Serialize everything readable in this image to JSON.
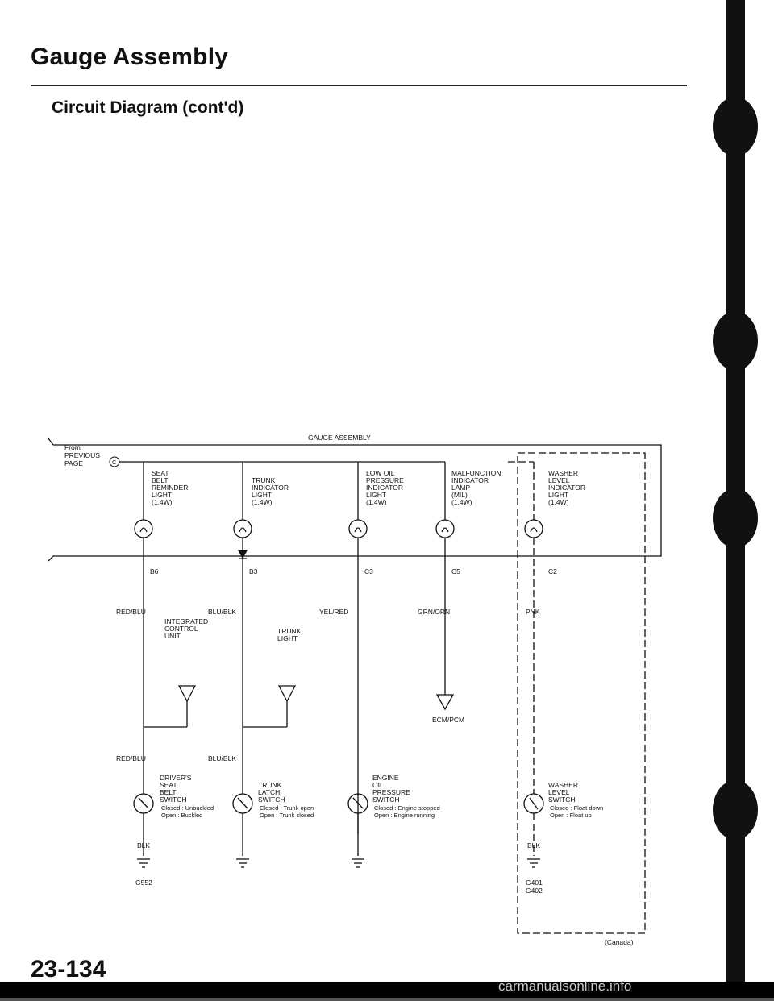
{
  "header": {
    "title": "Gauge Assembly",
    "section": "Circuit Diagram (cont'd)"
  },
  "page_number": "23-134",
  "watermark": "carmanualsonline.info",
  "diagram": {
    "assembly_label": "GAUGE ASSEMBLY",
    "from_previous": [
      "From",
      "PREVIOUS",
      "PAGE"
    ],
    "from_marker": "C",
    "canada_note": "(Canada)",
    "indicators": [
      {
        "lines": [
          "SEAT",
          "BELT",
          "REMINDER",
          "LIGHT",
          "(1.4W)"
        ],
        "pin": "B6",
        "wire": "RED/BLU"
      },
      {
        "lines": [
          "TRUNK",
          "INDICATOR",
          "LIGHT",
          "(1.4W)"
        ],
        "pin": "B3",
        "wire": "BLU/BLK"
      },
      {
        "lines": [
          "LOW OIL",
          "PRESSURE",
          "INDICATOR",
          "LIGHT",
          "(1.4W)"
        ],
        "pin": "C3",
        "wire": "YEL/RED"
      },
      {
        "lines": [
          "MALFUNCTION",
          "INDICATOR",
          "LAMP",
          "(MIL)",
          "(1.4W)"
        ],
        "pin": "C5",
        "wire": "GRN/ORN"
      },
      {
        "lines": [
          "WASHER",
          "LEVEL",
          "INDICATOR",
          "LIGHT",
          "(1.4W)"
        ],
        "pin": "C2",
        "wire": "PNK"
      }
    ],
    "integrated_control_unit": [
      "INTEGRATED",
      "CONTROL",
      "UNIT"
    ],
    "trunk_light": [
      "TRUNK",
      "LIGHT"
    ],
    "ecm_pcm": "ECM/PCM",
    "wire_lower_1": "RED/BLU",
    "wire_lower_2": "BLU/BLK",
    "switches": [
      {
        "lines": [
          "DRIVER'S",
          "SEAT",
          "BELT",
          "SWITCH"
        ],
        "closed": "Closed : Unbuckled",
        "open": "Open   : Buckled"
      },
      {
        "lines": [
          "TRUNK",
          "LATCH",
          "SWITCH"
        ],
        "closed": "Closed : Trunk open",
        "open": "Open   : Trunk closed"
      },
      {
        "lines": [
          "ENGINE",
          "OIL",
          "PRESSURE",
          "SWITCH"
        ],
        "closed": "Closed : Engine stopped",
        "open": "Open   : Engine running"
      },
      {
        "lines": [
          "WASHER",
          "LEVEL",
          "SWITCH"
        ],
        "closed": "Closed : Float down",
        "open": "Open   : Float up"
      }
    ],
    "ground_wire_1": "BLK",
    "ground_wire_5": "BLK",
    "ground_1": "G552",
    "ground_5a": "G401",
    "ground_5b": "G402"
  }
}
